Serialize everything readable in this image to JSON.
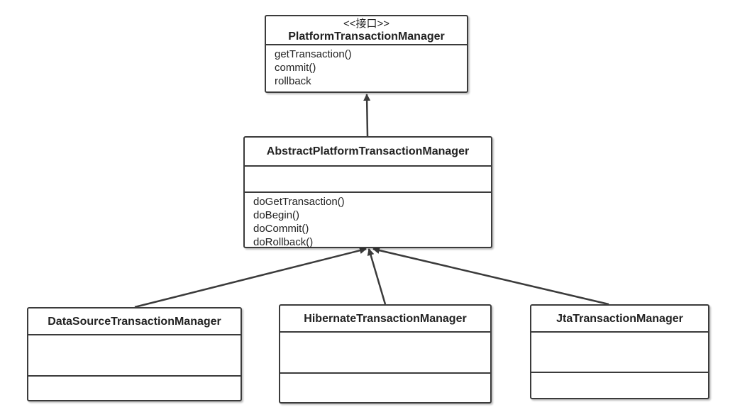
{
  "diagram": {
    "interface": {
      "stereotype": "<<接口>>",
      "name": "PlatformTransactionManager",
      "operations": [
        "getTransaction()",
        "commit()",
        "rollback"
      ]
    },
    "abstract_class": {
      "name": "AbstractPlatformTransactionManager",
      "operations": [
        "doGetTransaction()",
        "doBegin()",
        "doCommit()",
        "doRollback()"
      ]
    },
    "implementations": [
      {
        "name": "DataSourceTransactionManager"
      },
      {
        "name": "HibernateTransactionManager"
      },
      {
        "name": "JtaTransactionManager"
      }
    ],
    "relations": [
      {
        "from": "AbstractPlatformTransactionManager",
        "to": "PlatformTransactionManager"
      },
      {
        "from": "DataSourceTransactionManager",
        "to": "AbstractPlatformTransactionManager"
      },
      {
        "from": "HibernateTransactionManager",
        "to": "AbstractPlatformTransactionManager"
      },
      {
        "from": "JtaTransactionManager",
        "to": "AbstractPlatformTransactionManager"
      }
    ]
  },
  "colors": {
    "stroke": "#3b3b3b",
    "background": "#ffffff",
    "text": "#222222"
  }
}
